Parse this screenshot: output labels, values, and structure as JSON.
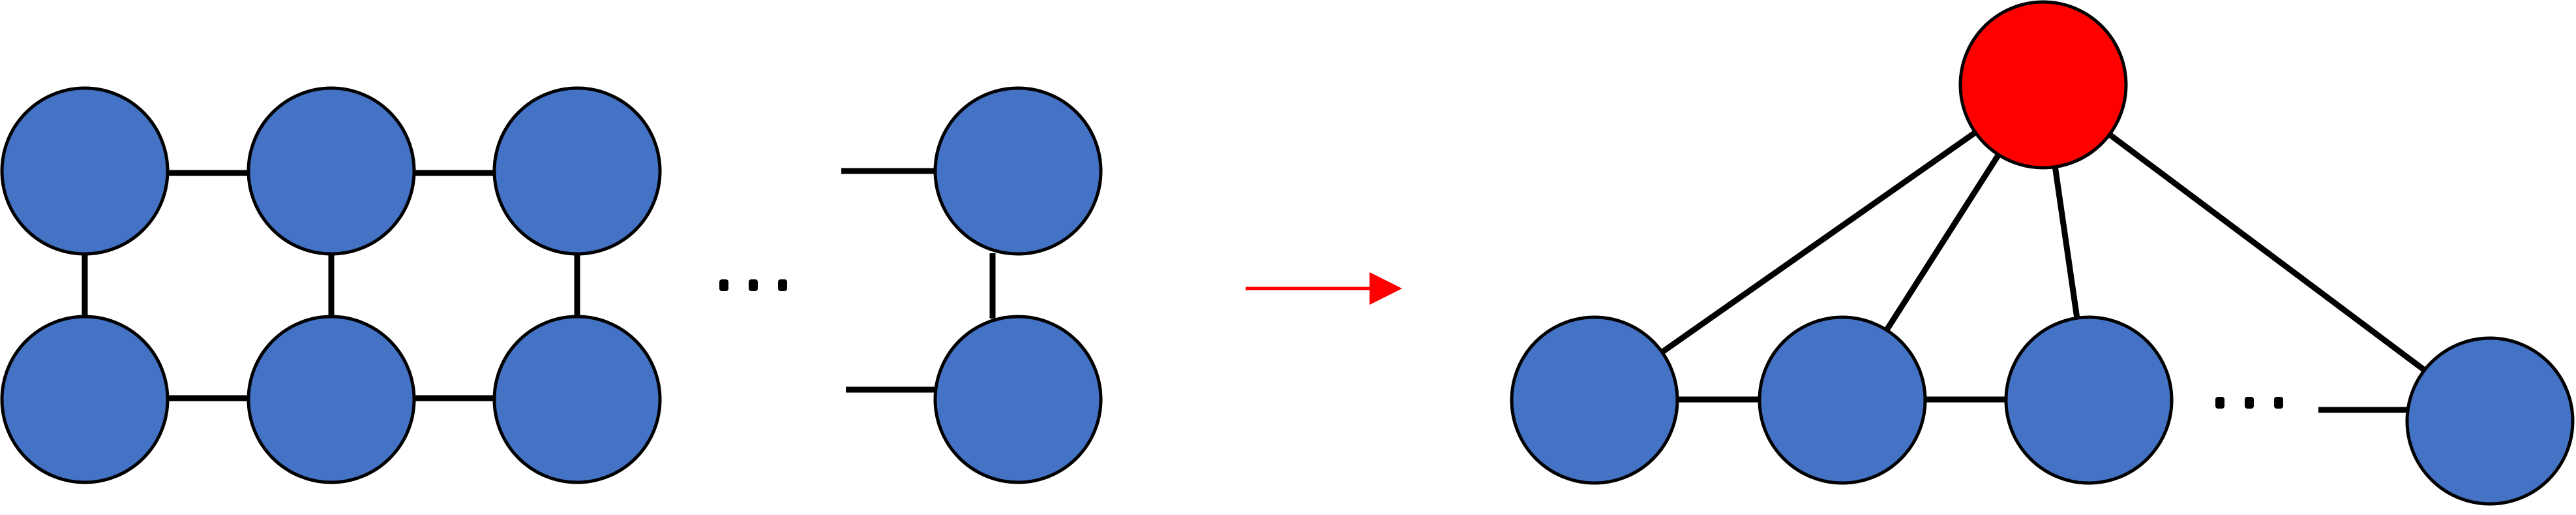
{
  "colors": {
    "node_fill": "#4472c4",
    "highlight_fill": "#ff0000",
    "edge": "#000000",
    "arrow": "#ff0000"
  },
  "left_graph": {
    "description_nodes": [
      "top-1",
      "top-2",
      "top-3",
      "top-last",
      "bottom-1",
      "bottom-2",
      "bottom-3",
      "bottom-last"
    ],
    "ellipsis": "..."
  },
  "right_graph": {
    "hub": "hub",
    "nodes": [
      "node-1",
      "node-2",
      "node-3",
      "node-last"
    ],
    "ellipsis": "..."
  },
  "arrow": {
    "direction": "right"
  }
}
